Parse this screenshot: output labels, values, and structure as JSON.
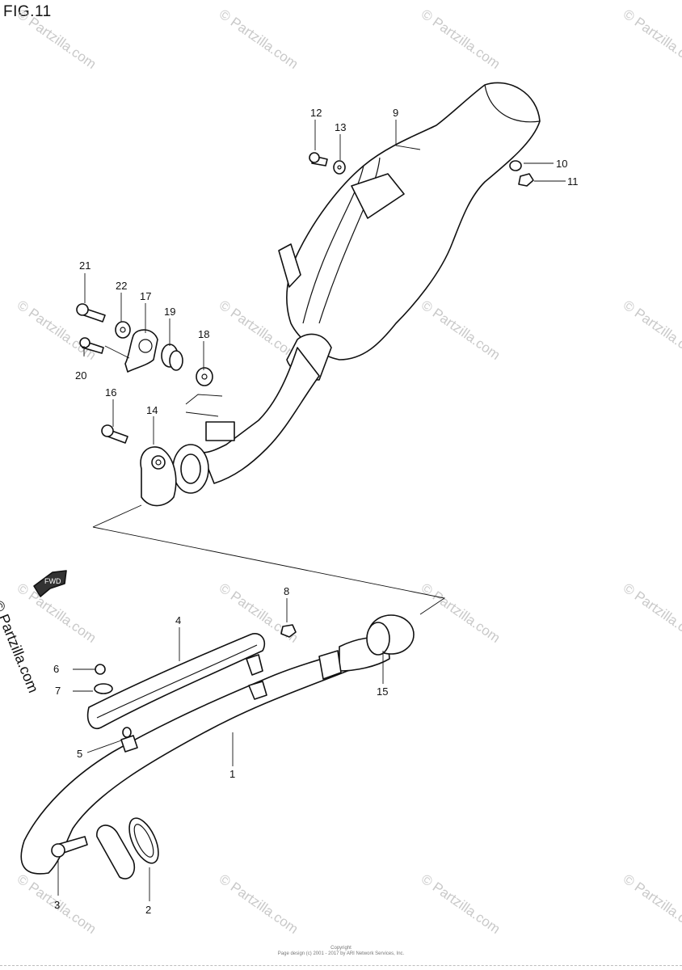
{
  "figure": {
    "title": "FIG.11"
  },
  "callouts": [
    "1",
    "2",
    "3",
    "4",
    "5",
    "6",
    "7",
    "8",
    "9",
    "10",
    "11",
    "12",
    "13",
    "14",
    "15",
    "16",
    "17",
    "18",
    "19",
    "20",
    "21",
    "22"
  ],
  "watermark": {
    "text": "© Partzilla.com",
    "color": "#c9c9c9"
  },
  "side_watermark": "© Partzilla.com",
  "fwd_label": "FWD",
  "copyright": {
    "line1": "Copyright",
    "line2": "Page design (c) 2001 - 2017 by ARI Network Services, Inc."
  }
}
